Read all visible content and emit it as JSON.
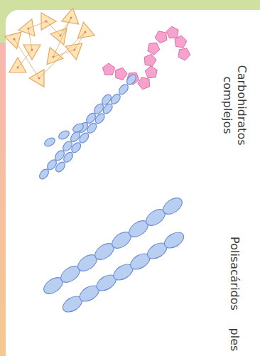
{
  "diagram": {
    "labels": [
      "Carbohidratos complejos",
      "Polisacáridos",
      "ples"
    ]
  }
}
